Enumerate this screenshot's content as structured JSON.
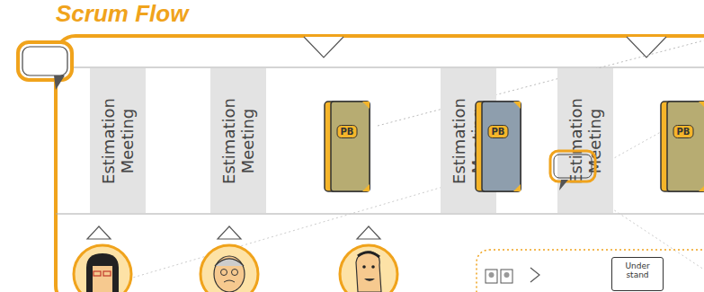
{
  "diagram": {
    "title": "Scrum Flow",
    "nodes": [
      {
        "text": [
          "Estimation Meeting"
        ]
      },
      {
        "text": [
          "Estimation Meeting"
        ]
      },
      {
        "text": [
          "PB"
        ]
      },
      {
        "text": [
          "Estimation Meeting"
        ]
      },
      {
        "text": [
          "PB"
        ]
      },
      {
        "text": [
          "Estimation Meeting"
        ]
      },
      {
        "text": [
          "PB"
        ]
      },
      {
        "text": [
          "Under stand"
        ]
      }
    ]
  }
}
